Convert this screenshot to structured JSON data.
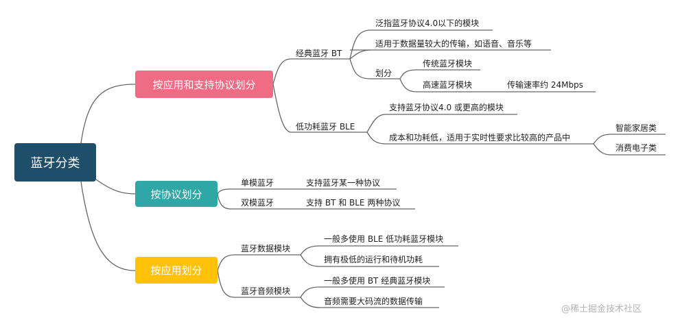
{
  "root": "蓝牙分类",
  "branch1": {
    "label": "按应用和支持协议划分",
    "classic": {
      "label": "经典蓝牙 BT",
      "items": [
        "泛指蓝牙协议4.0以下的模块",
        "适用于数据量较大的传输，如语音、音乐等"
      ],
      "division": {
        "label": "划分",
        "traditional": "传统蓝牙模块",
        "highspeed": "高速蓝牙模块",
        "highspeed_rate": "传输速率约 24Mbps"
      }
    },
    "ble": {
      "label": "低功耗蓝牙 BLE",
      "items": [
        "支持蓝牙协议4.0 或更高的模块",
        "成本和功耗低，适用于实时性要求比较高的产品中"
      ],
      "products": [
        "智能家居类",
        "消费电子类"
      ]
    }
  },
  "branch2": {
    "label": "按协议划分",
    "single": {
      "label": "单模蓝牙",
      "desc": "支持蓝牙某一种协议"
    },
    "dual": {
      "label": "双模蓝牙",
      "desc": "支持 BT 和 BLE 两种协议"
    }
  },
  "branch3": {
    "label": "按应用划分",
    "data_module": {
      "label": "蓝牙数据模块",
      "items": [
        "一般多使用 BLE 低功耗蓝牙模块",
        "拥有极低的运行和待机功耗"
      ]
    },
    "audio_module": {
      "label": "蓝牙音频模块",
      "items": [
        "一般多使用 BT 经典蓝牙模块",
        "音频需要大码流的数据传输"
      ]
    }
  },
  "watermark": "@稀土掘金技术社区",
  "colors": {
    "root": "#1f4e6b",
    "branch1": "#f06b84",
    "branch2": "#2fa7a7",
    "branch3": "#ffc20a",
    "line": "#666666"
  }
}
